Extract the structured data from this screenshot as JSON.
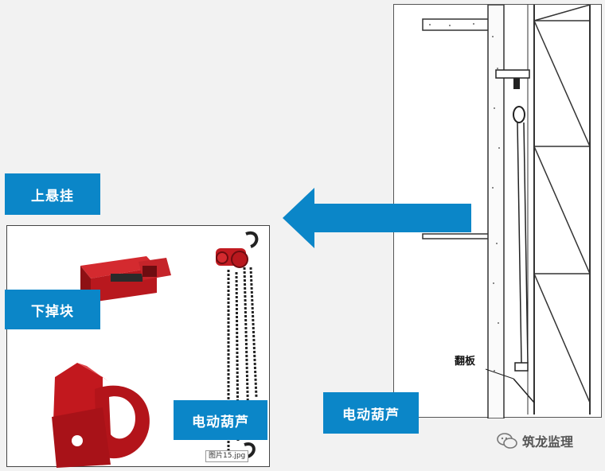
{
  "labels": {
    "top_hanger": "上悬挂",
    "drop_block": "下掉块",
    "hoist_left": "电动葫芦",
    "hoist_right": "电动葫芦"
  },
  "drawing": {
    "flip_plate": "翻板"
  },
  "photo": {
    "caption": "图片15.jpg"
  },
  "watermark": {
    "text": "筑龙监理",
    "icon": "wechat-icon"
  },
  "colors": {
    "label_bg": "#0b86c8",
    "arrow": "#0b86c8",
    "part_red": "#b0161c"
  }
}
